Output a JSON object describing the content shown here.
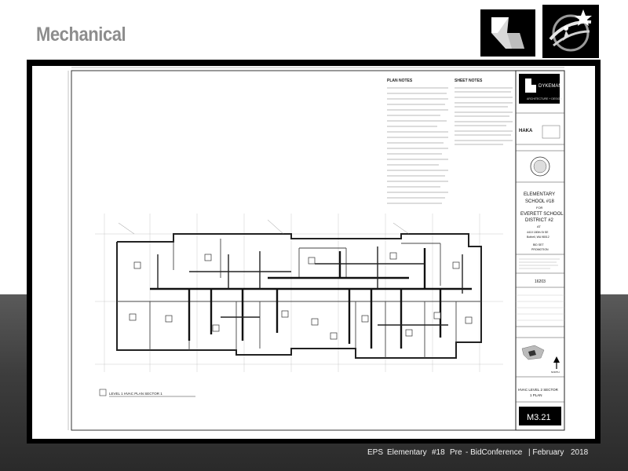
{
  "slide": {
    "title": "Mechanical"
  },
  "footer": {
    "part1": "EPS",
    "part2": "Elementary",
    "part3": "#18",
    "part4": "Pre",
    "part5": "- BidConference",
    "part6": "| February",
    "part7": "2018"
  },
  "drawing": {
    "plan_notes_heading": "PLAN NOTES",
    "sheet_notes_heading": "SHEET NOTES",
    "firm_name": "DYKEMAN",
    "firm_sub": "ARCHITECTURE + DESIGN",
    "consultant": "HAKA",
    "project_line1": "ELEMENTARY",
    "project_line2": "SCHOOL #18",
    "project_line3": "FOR",
    "project_line4": "EVERETT SCHOOL",
    "project_line5": "DISTRICT #2",
    "project_line6": "AT",
    "project_line7": "4410 180th St SE",
    "project_line8": "Bothell, WA 98012",
    "phase_line1": "BID SET",
    "phase_line2": "PROMOTION",
    "project_number": "16203",
    "sheet_title_line1": "HVAC LEVEL 2 SECTOR",
    "sheet_title_line2": "1 PLAN",
    "sheet_number": "M3.21",
    "plan_caption": "LEVEL 1 HVAC PLAN SECTOR 1",
    "north_label": "NORTH"
  },
  "colors": {
    "title": "#8d8d8d",
    "footer_bg": "#3d3d3d",
    "footer_text": "#f2f2f2",
    "sheet_number_bg": "#000000"
  },
  "icons": {
    "logo_left": "district-logo-icon",
    "logo_right": "star-swoosh-logo-icon"
  }
}
